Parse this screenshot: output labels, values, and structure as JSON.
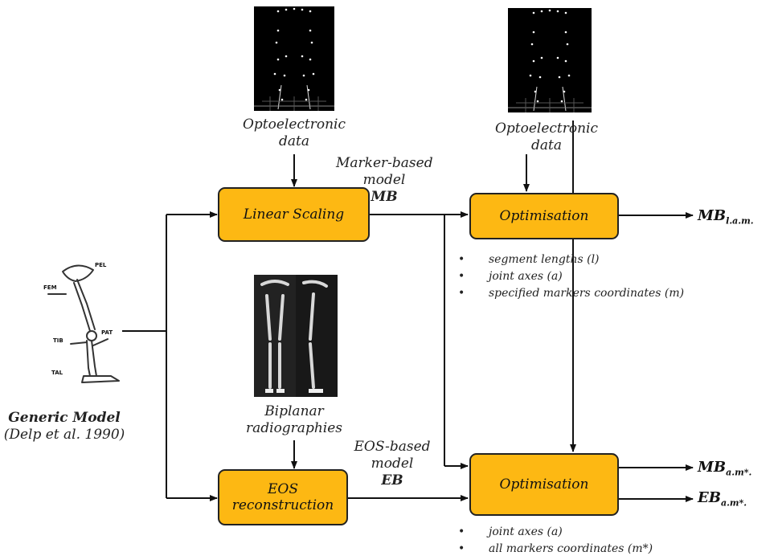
{
  "top_left": {
    "line1": "Optoelectronic",
    "line2": "data"
  },
  "top_right": {
    "line1": "Optoelectronic",
    "line2": "data"
  },
  "marker_based": {
    "line1": "Marker-based",
    "line2": "model",
    "abbr": "MB"
  },
  "eos_based": {
    "line1": "EOS-based",
    "line2": "model",
    "abbr": "EB"
  },
  "biplanar": {
    "line1": "Biplanar",
    "line2": "radiographies"
  },
  "generic": {
    "title": "Generic Model",
    "citation": "(Delp et al. 1990)"
  },
  "boxes": {
    "linear_scaling": "Linear Scaling",
    "optimisation_top": "Optimisation",
    "eos_line1": "EOS",
    "eos_line2": "reconstruction",
    "optimisation_bottom": "Optimisation"
  },
  "bullets_top": [
    "segment lengths (l)",
    "joint axes (a)",
    "specified markers coordinates (m)"
  ],
  "bullets_bottom": [
    "joint axes (a)",
    "all markers coordinates (m*)"
  ],
  "outputs": {
    "mb_lam": {
      "base": "MB",
      "sub": "l.a.m."
    },
    "mb_am": {
      "base": "MB",
      "sub": "a.m*."
    },
    "eb_am": {
      "base": "EB",
      "sub": "a.m*."
    }
  },
  "leg_labels": [
    "PEL",
    "FEM",
    "TIB",
    "PAT",
    "TAL"
  ],
  "colors": {
    "box_fill": "#FDB813",
    "box_border": "#222222",
    "line": "#111111"
  }
}
